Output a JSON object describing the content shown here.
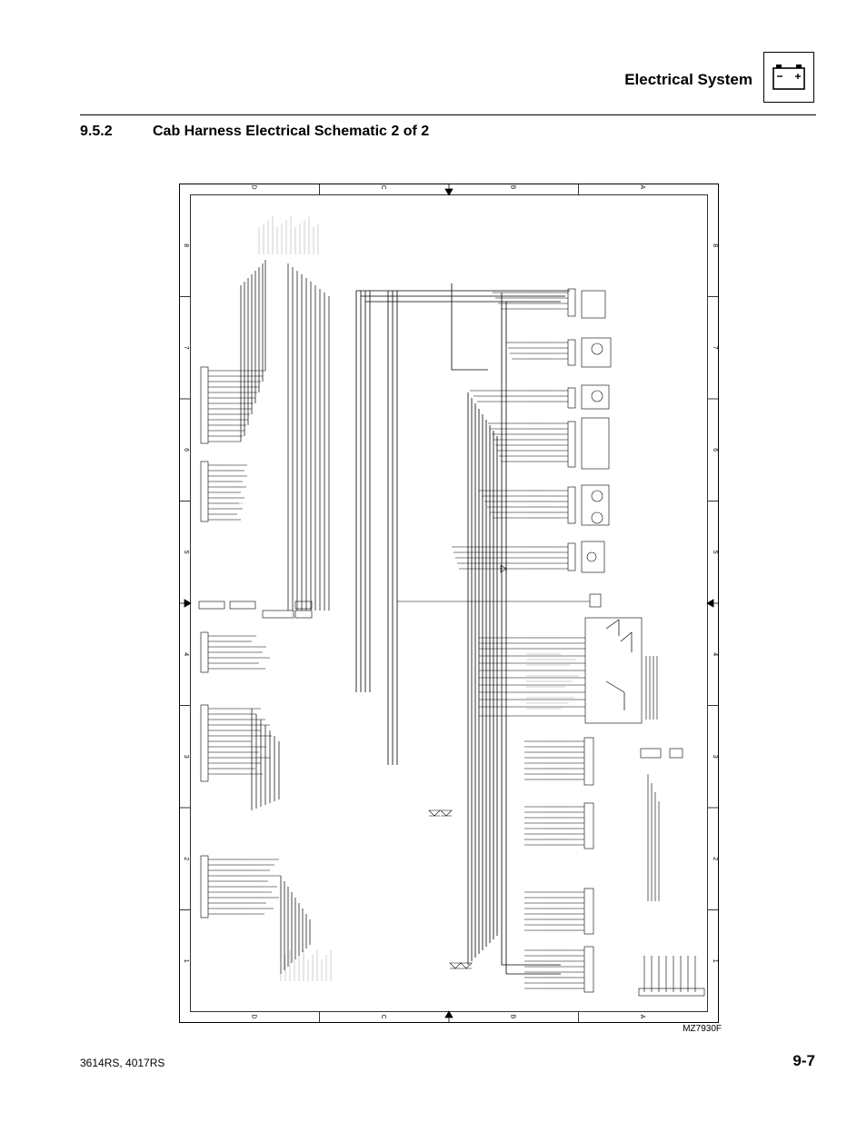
{
  "header": {
    "section_title": "Electrical System",
    "icon": "battery-icon"
  },
  "heading": {
    "number": "9.5.2",
    "title": "Cab Harness Electrical Schematic 2 of 2"
  },
  "schematic": {
    "row_labels": [
      "D",
      "C",
      "B",
      "A"
    ],
    "column_labels": [
      "1",
      "2",
      "3",
      "4",
      "5",
      "6",
      "7",
      "8"
    ]
  },
  "figure_id": "MZ7930F",
  "footer": {
    "models": "3614RS, 4017RS",
    "page": "9-7"
  }
}
